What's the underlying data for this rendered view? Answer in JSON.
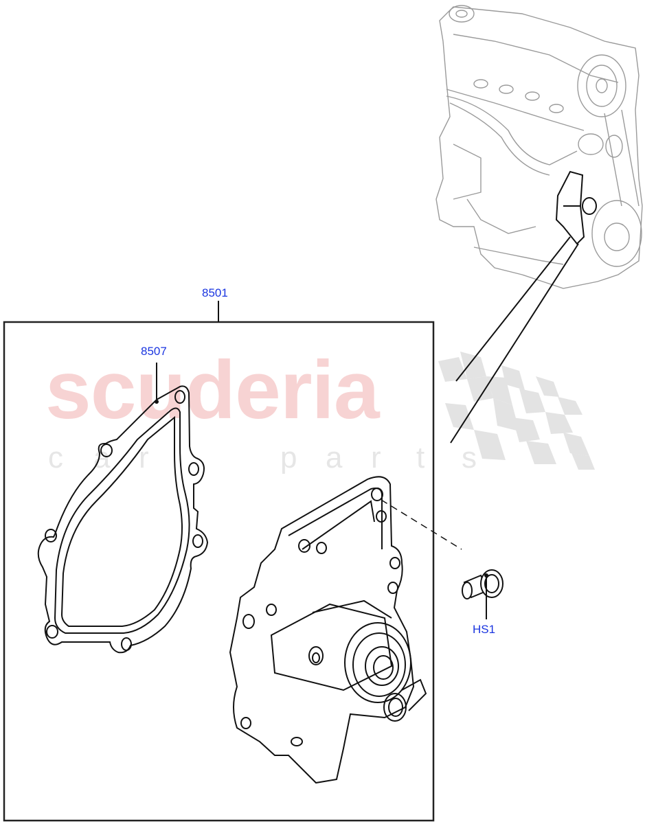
{
  "diagram": {
    "type": "exploded parts diagram",
    "subject": "Engine water pump assembly",
    "callouts": [
      {
        "id": "8501",
        "label": "8501",
        "refers_to": "water-pump-assembly-group-box"
      },
      {
        "id": "8507",
        "label": "8507",
        "refers_to": "water-pump-gasket"
      },
      {
        "id": "HS1",
        "label": "HS1",
        "refers_to": "mounting-bolt"
      }
    ],
    "parts": [
      {
        "name": "engine-overview",
        "note": "locator view, top right"
      },
      {
        "name": "water-pump-gasket",
        "callout": "8507"
      },
      {
        "name": "water-pump",
        "callout": "8501"
      },
      {
        "name": "mounting-bolt",
        "callout": "HS1"
      }
    ]
  },
  "watermark": {
    "brand": "scuderia",
    "tagline": [
      "c",
      "a",
      "r",
      "p",
      "a",
      "r",
      "t",
      "s"
    ],
    "brand_color": "#f7d3d3",
    "tagline_color": "#e6e6e6"
  },
  "colors": {
    "label": "#1a35e0",
    "line": "#111111",
    "engine": "#9a9a9a",
    "checker": "#e3e3e3"
  }
}
